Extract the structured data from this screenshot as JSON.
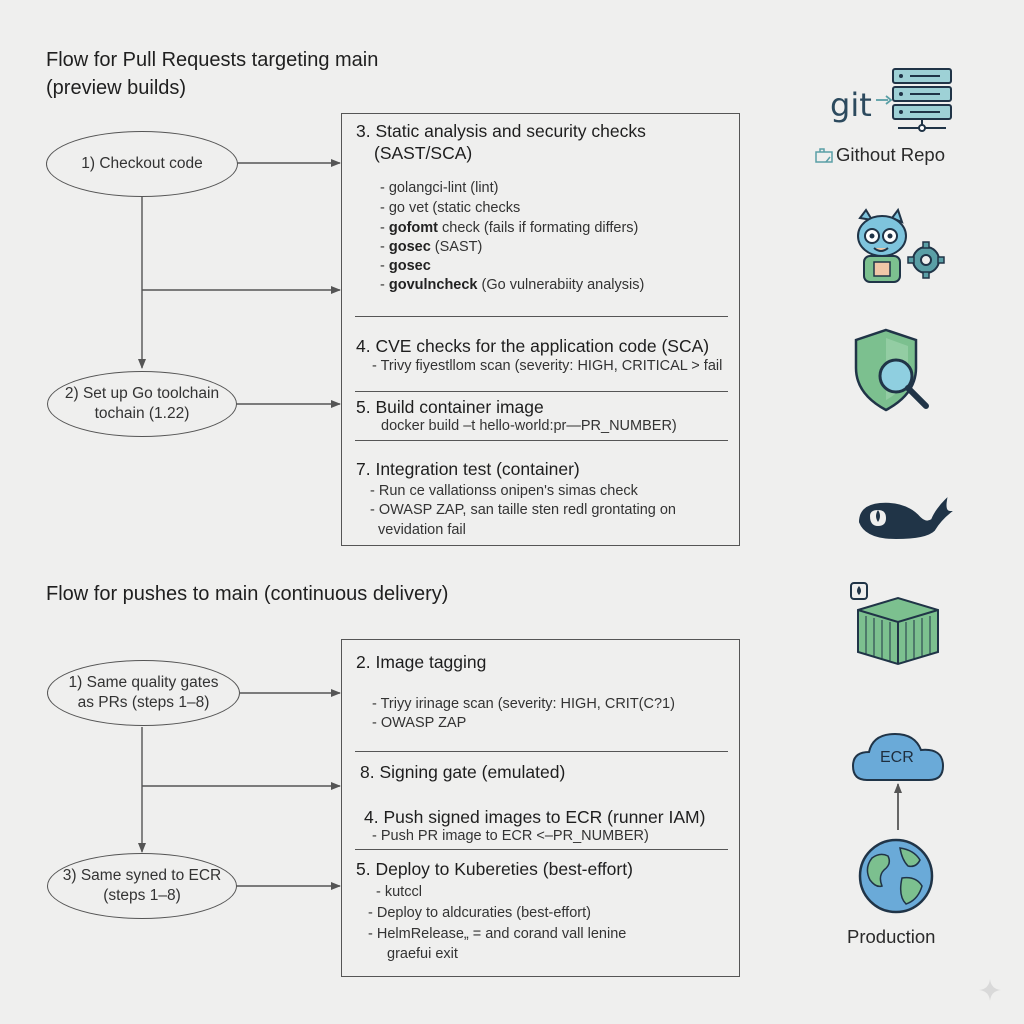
{
  "pr_flow": {
    "title_line1": "Flow for Pull Requests targeting main",
    "title_line2": "(preview builds)",
    "steps": [
      {
        "line1": "1) Checkout code"
      },
      {
        "line1": "2) Set up Go toolchain",
        "line2": "tochain (1.22)"
      }
    ],
    "sections": [
      {
        "title_line1": "3. Static analysis and security checks",
        "title_line2": "(SAST/SCA)",
        "items": [
          {
            "text": "- golangci-lint (lint)"
          },
          {
            "text": "- go vet (static checks"
          },
          {
            "prefix": "- ",
            "bold": "gofomt",
            "rest": " check (fails if formating differs)"
          },
          {
            "prefix": "- ",
            "bold": "gosec",
            "rest": " (SAST)"
          },
          {
            "prefix": "- ",
            "bold": "gosec",
            "rest": ""
          },
          {
            "prefix": " - ",
            "bold": "govulncheck",
            "rest": " (Go vulnerabiity analysis)"
          }
        ]
      },
      {
        "title": "4. CVE checks for the application code (SCA)",
        "items": [
          "- Trivy fiyestllom scan (severity: HIGH, CRITICAL > fail"
        ]
      },
      {
        "title": "5. Build container image",
        "items": [
          "docker build –t hello-world:pr—PR_NUMBER)"
        ]
      },
      {
        "title": "7. Integration test (container)",
        "items": [
          "- Run ce vallationss onipen's simas check",
          "- OWASP ZAP, san taille sten redl grontating on",
          "vevidation fail"
        ]
      }
    ]
  },
  "main_flow": {
    "title": "Flow for pushes to main (continuous delivery)",
    "steps": [
      {
        "line1": "1) Same quality gates",
        "line2": "as PRs (steps 1–8)"
      },
      {
        "line1": "3) Same syned to ECR",
        "line2": "(steps 1–8)"
      }
    ],
    "sections": [
      {
        "title": "2. Image tagging",
        "items": [
          "- Triyy irinage scan (severity: HIGH, CRIT(C?1)",
          "- OWASP ZAP"
        ]
      },
      {
        "title": "8. Signing gate (emulated)",
        "items": []
      },
      {
        "title": "4. Push signed images to ECR (runner IAM)",
        "items": [
          "- Push PR image to ECR <–PR_NUMBER)"
        ]
      },
      {
        "title": "5. Deploy to Kubereties (best-effort)",
        "items": [
          "- kutccl",
          "- Deploy to aldcuraties (best-effort)",
          "- HelmRelease„ = and corand vall lenine",
          "graefui exit"
        ]
      }
    ]
  },
  "sidebar": {
    "git_text": "git",
    "repo_label": "Githout Repo",
    "ecr_label": "ECR",
    "production_label": "Production"
  },
  "colors": {
    "teal": "#5a9fa6",
    "green": "#6fb28a",
    "blue": "#6aaad8",
    "navy": "#203447",
    "outline": "#333333"
  }
}
